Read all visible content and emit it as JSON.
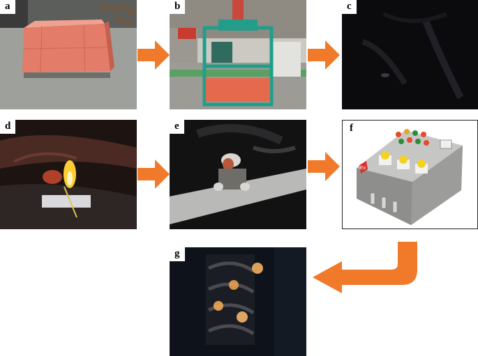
{
  "panels": [
    {
      "id": "a",
      "label": "a"
    },
    {
      "id": "b",
      "label": "b"
    },
    {
      "id": "c",
      "label": "c"
    },
    {
      "id": "d",
      "label": "d"
    },
    {
      "id": "e",
      "label": "e"
    },
    {
      "id": "f",
      "label": "f"
    },
    {
      "id": "g",
      "label": "g"
    }
  ],
  "photo_texts": {
    "exproof_mark": "Ex"
  },
  "colors": {
    "arrow": "#f07a2a",
    "background": "#ffffff",
    "label_bg": "#ffffff"
  },
  "flow": [
    "a",
    "b",
    "c",
    "d",
    "e",
    "f",
    "g"
  ]
}
